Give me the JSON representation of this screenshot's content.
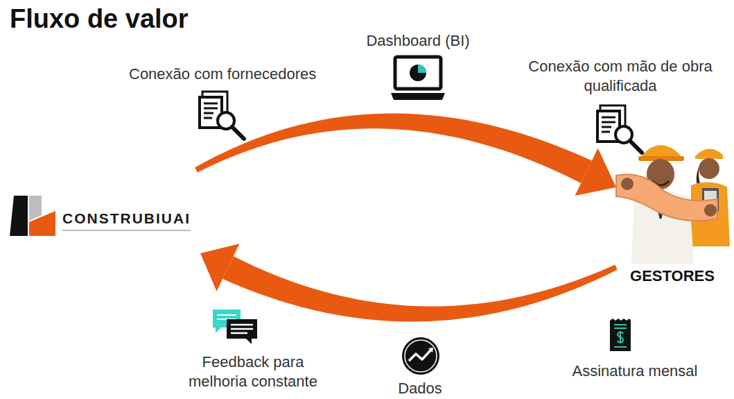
{
  "diagram": {
    "title": "Fluxo de valor",
    "nodes": [
      {
        "text": [
          "CONSTRUBIUAI"
        ]
      },
      {
        "text": [
          "GESTORES"
        ]
      }
    ],
    "edges": [
      {
        "from": 0,
        "to": 1,
        "arrow": "to"
      },
      {
        "from": 1,
        "to": 0,
        "arrow": "to"
      }
    ],
    "labels": [
      "Conexão com fornecedores",
      "Dashboard (BI)",
      "Conexão com mão de obra qualificada",
      "Feedback para melhoria constante",
      "Dados",
      "Assinatura mensal"
    ]
  }
}
